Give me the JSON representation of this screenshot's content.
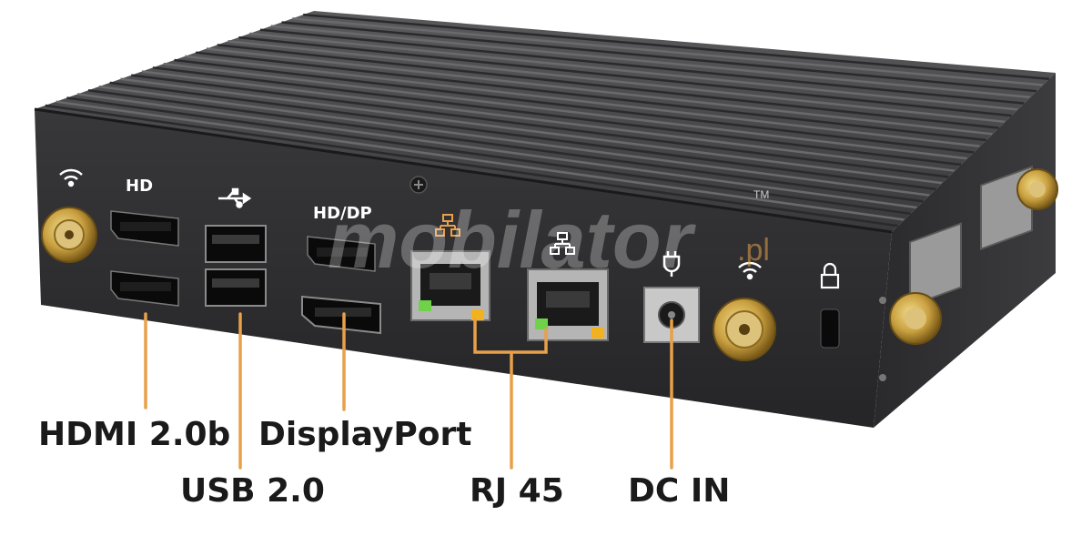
{
  "watermark": {
    "text": "mobilator",
    "suffix": ".pl",
    "tm": "TM"
  },
  "panel_labels": {
    "hd": "HD",
    "hd_dp": "HD/DP"
  },
  "callouts": {
    "hdmi": "HDMI 2.0b",
    "usb": "USB 2.0",
    "displayport": "DisplayPort",
    "rj45": "RJ 45",
    "dc_in": "DC IN"
  },
  "colors": {
    "callout_line": "#e8a04a",
    "chassis": "#2c2c2e",
    "chassis_top": "#4a4a4c",
    "antenna_gold": "#c9a040",
    "led_green": "#6fd24a",
    "led_amber": "#f2b21f"
  },
  "icons": [
    "wifi-icon",
    "usb-icon",
    "network-icon",
    "power-plug-icon",
    "lock-icon",
    "screw-icon"
  ]
}
